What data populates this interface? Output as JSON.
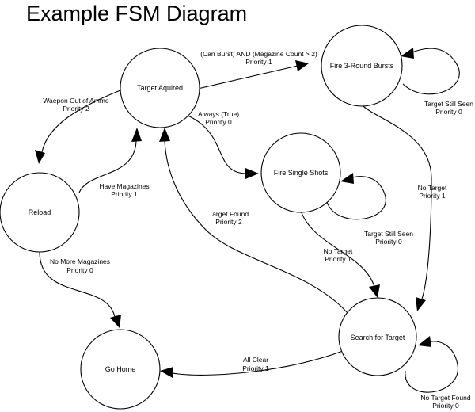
{
  "title": "Example FSM Diagram",
  "states": {
    "target_aquired": "Target Aquired",
    "fire_bursts": "Fire 3-Round Bursts",
    "fire_single": "Fire Single Shots",
    "reload": "Reload",
    "search": "Search for Target",
    "go_home": "Go Home"
  },
  "transitions": {
    "aquired_to_bursts": {
      "condition": "(Can Burst) AND (Magazine Count > 2)",
      "priority": "Priority 1"
    },
    "aquired_to_single": {
      "condition": "Always (True)",
      "priority": "Priority 0"
    },
    "aquired_to_reload": {
      "condition": "Waepon Out of  Ammo",
      "priority": "Priority 2"
    },
    "reload_to_aquired": {
      "condition": "Have Magazines",
      "priority": "Priority 1"
    },
    "reload_to_home": {
      "condition": "No More Magazines",
      "priority": "Priority 0"
    },
    "bursts_self": {
      "condition": "Target Still Seen",
      "priority": "Priority 0"
    },
    "bursts_to_search": {
      "condition": "No Target",
      "priority": "Priority 1"
    },
    "single_self": {
      "condition": "Target Still Seen",
      "priority": "Priority 0"
    },
    "single_to_search": {
      "condition": "No Target",
      "priority": "Priority 1"
    },
    "search_to_aquired": {
      "condition": "Target Found",
      "priority": "Priority 2"
    },
    "search_to_home": {
      "condition": "All Clear",
      "priority": "Priority 1"
    },
    "search_self": {
      "condition": "No Target Found",
      "priority": "Priority 0"
    }
  }
}
